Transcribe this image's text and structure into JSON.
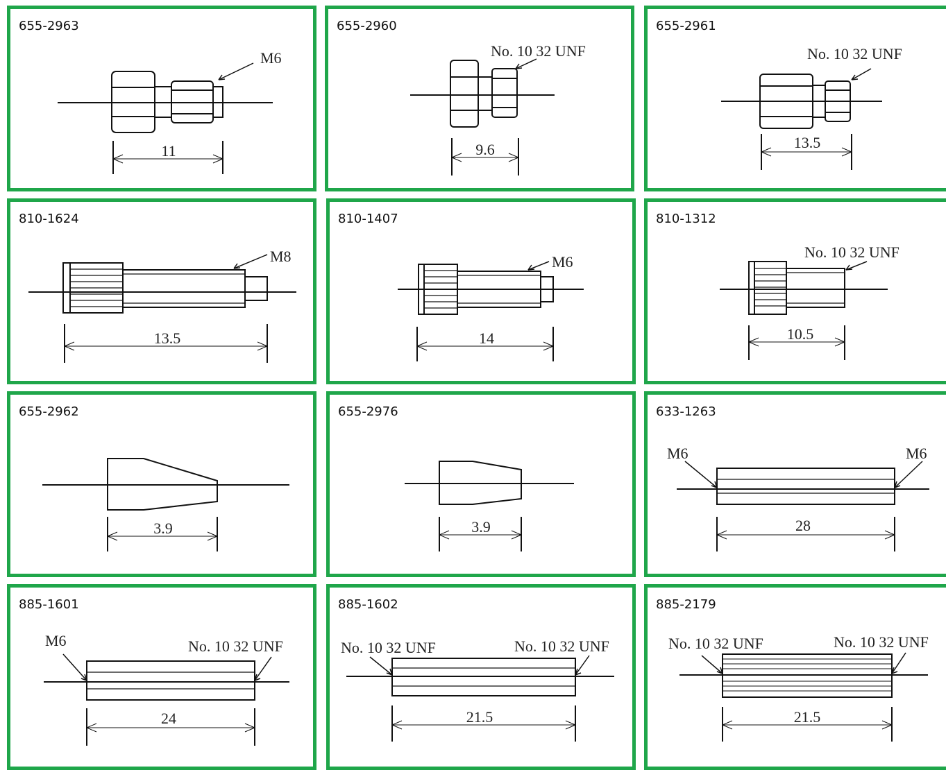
{
  "colors": {
    "border": "#1fa64a",
    "line": "#111111"
  },
  "parts": [
    {
      "part_number": "655-2963",
      "shape": "hex-nut-body",
      "threads": [
        "M6"
      ],
      "length": "11"
    },
    {
      "part_number": "655-2960",
      "shape": "hex-nut-body",
      "threads": [
        "No. 10 32 UNF"
      ],
      "length": "9.6"
    },
    {
      "part_number": "655-2961",
      "shape": "hex-nut-body",
      "threads": [
        "No. 10 32 UNF"
      ],
      "length": "13.5"
    },
    {
      "part_number": "810-1624",
      "shape": "knurled-screw",
      "threads": [
        "M8"
      ],
      "length": "13.5"
    },
    {
      "part_number": "810-1407",
      "shape": "knurled-screw",
      "threads": [
        "M6"
      ],
      "length": "14"
    },
    {
      "part_number": "810-1312",
      "shape": "knurled-screw",
      "threads": [
        "No. 10 32 UNF"
      ],
      "length": "10.5"
    },
    {
      "part_number": "655-2962",
      "shape": "tapered-ferrule",
      "threads": [],
      "length": "3.9"
    },
    {
      "part_number": "655-2976",
      "shape": "tapered-ferrule",
      "threads": [],
      "length": "3.9"
    },
    {
      "part_number": "633-1263",
      "shape": "threaded-coupler",
      "threads": [
        "M6",
        "M6"
      ],
      "length": "28"
    },
    {
      "part_number": "885-1601",
      "shape": "threaded-coupler",
      "threads": [
        "M6",
        "No. 10 32 UNF"
      ],
      "length": "24"
    },
    {
      "part_number": "885-1602",
      "shape": "threaded-coupler",
      "threads": [
        "No. 10 32 UNF",
        "No. 10 32 UNF"
      ],
      "length": "21.5"
    },
    {
      "part_number": "885-2179",
      "shape": "threaded-coupler",
      "threads": [
        "No. 10 32 UNF",
        "No. 10 32 UNF"
      ],
      "length": "21.5"
    }
  ]
}
